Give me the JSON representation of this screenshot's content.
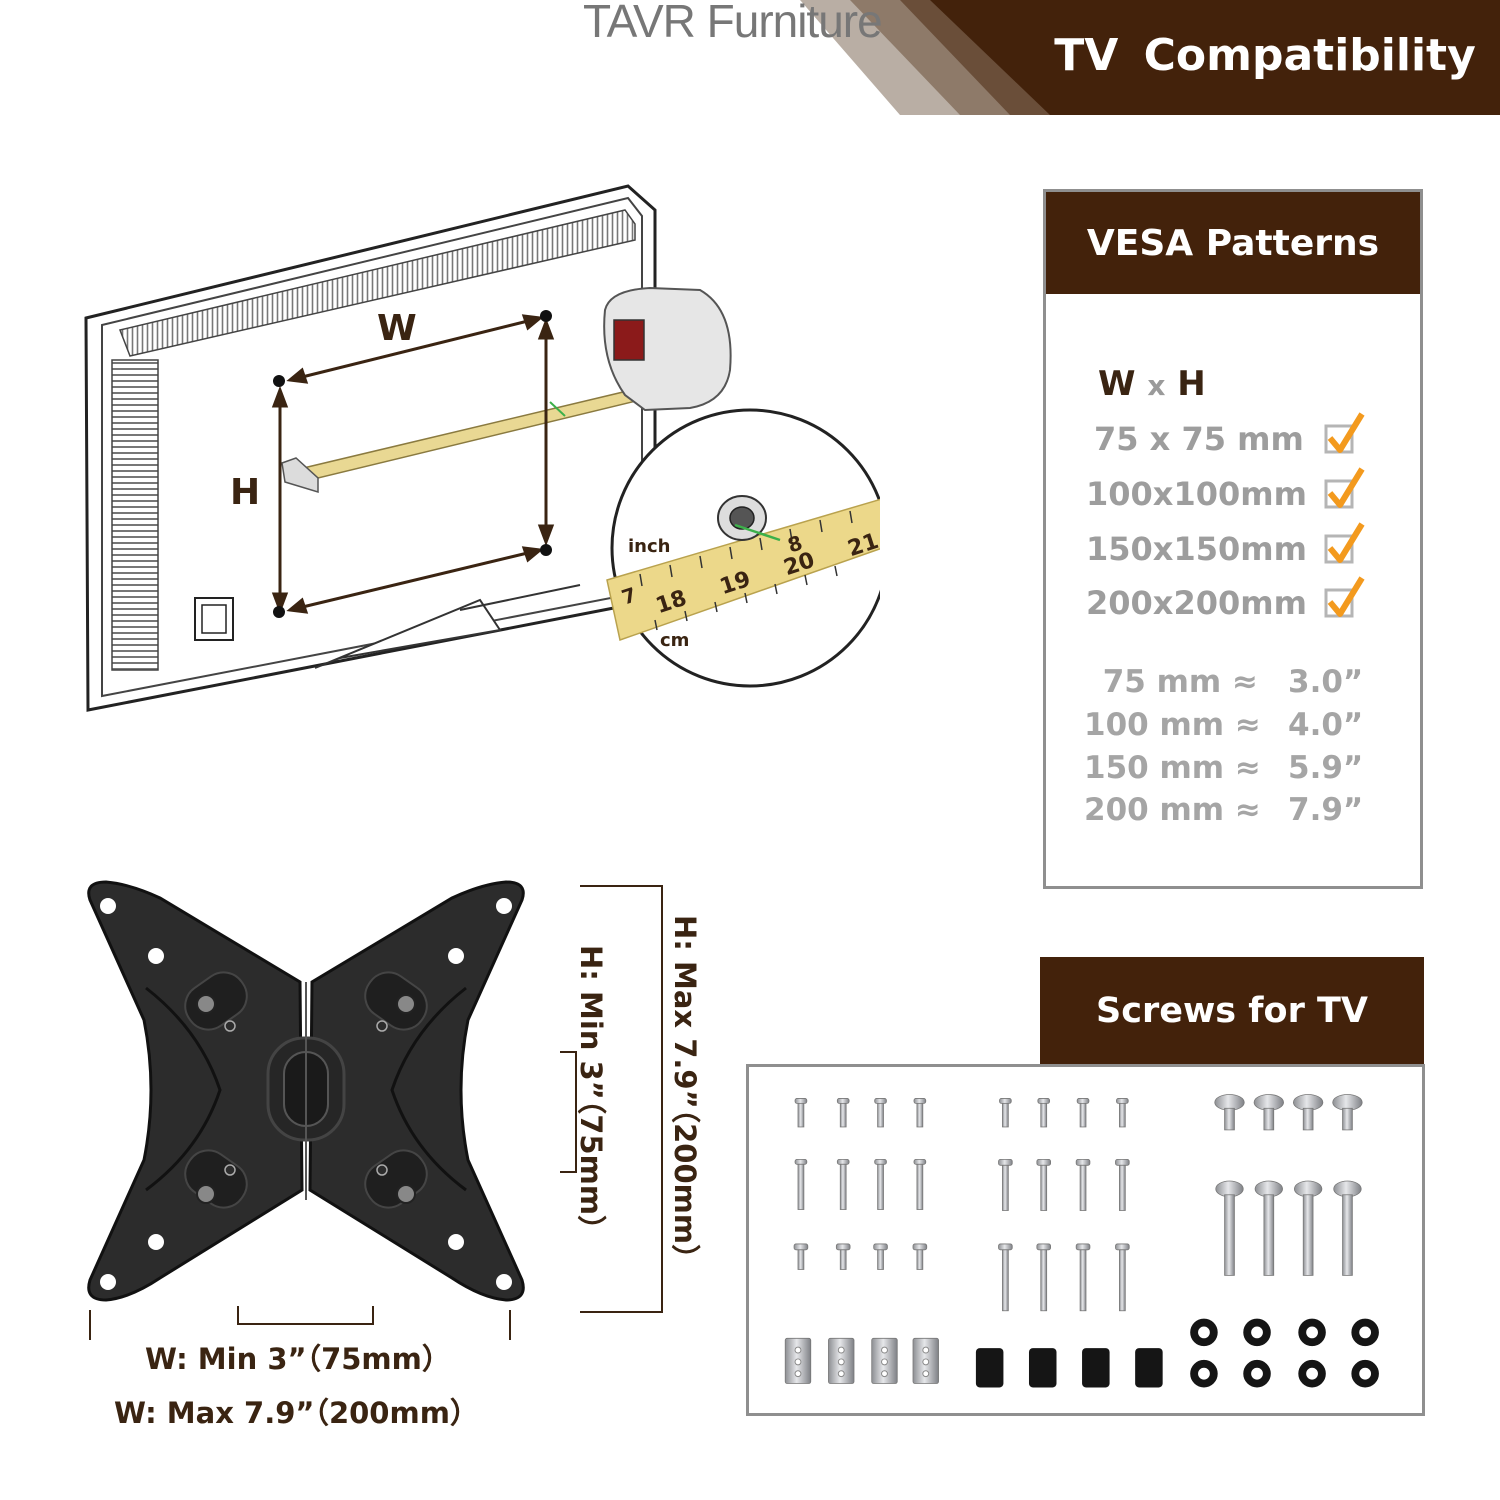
{
  "brand": "TAVR Furniture",
  "header": {
    "title": "TV  Compatibility"
  },
  "diagram": {
    "width_label": "W",
    "height_label": "H",
    "tape_inch_label": "inch",
    "tape_cm_label": "cm",
    "tape_numbers": [
      "7",
      "18",
      "19",
      "20",
      "21",
      "8"
    ]
  },
  "vesa": {
    "title": "VESA Patterns",
    "wxh": {
      "w": "W",
      "x": "x",
      "h": "H"
    },
    "patterns": [
      "75 x 75 mm",
      "100x100mm",
      "150x150mm",
      "200x200mm"
    ],
    "conversions": [
      {
        "mm": "75 mm ≈",
        "inch": "3.0”"
      },
      {
        "mm": "100 mm ≈",
        "inch": "4.0”"
      },
      {
        "mm": "150 mm ≈",
        "inch": "5.9”"
      },
      {
        "mm": "200 mm ≈",
        "inch": "7.9”"
      }
    ],
    "check_color": "#f39a1e"
  },
  "plate": {
    "w_min": "W: Min  3”（75mm）",
    "w_max": "W: Max  7.9”（200mm）",
    "h_min": "H: Min  3”（75mm）",
    "h_max": "H: Max  7.9”（200mm）"
  },
  "screws": {
    "title": "Screws for TV"
  },
  "colors": {
    "brown": "#43220b",
    "text_brown": "#3a2412",
    "gray_text": "#9d9d9d"
  }
}
